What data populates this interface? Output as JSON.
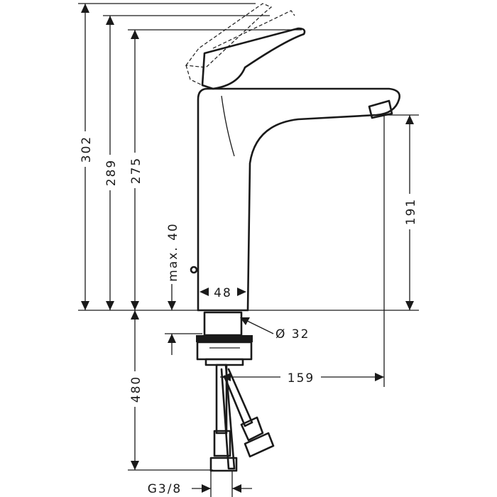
{
  "drawing": {
    "dimensions": {
      "total_height": "302",
      "handle_height": "289",
      "body_height": "275",
      "max_deck": "max. 40",
      "body_width": "48",
      "hole_diameter": "Ø 32",
      "spout_height": "191",
      "spout_reach": "159",
      "hose_length": "480",
      "thread": "G3/8"
    },
    "line_color": "#1a1a1a"
  }
}
